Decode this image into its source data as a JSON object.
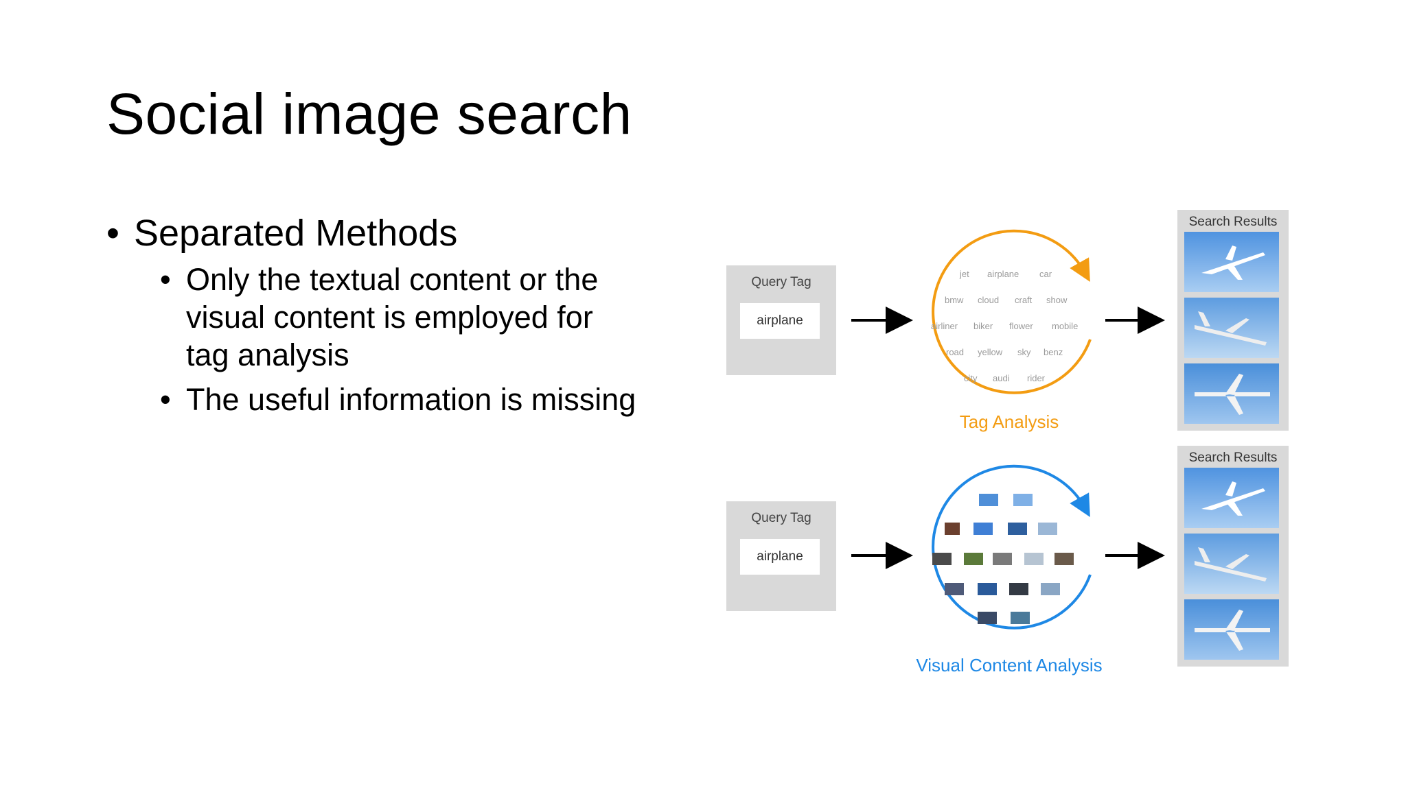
{
  "slide": {
    "title": "Social image search",
    "bullets": [
      {
        "text": "Separated Methods",
        "sub": [
          "Only the textual content or the visual content is employed for tag analysis",
          "The useful information is missing"
        ]
      }
    ]
  },
  "diagram": {
    "top_row": {
      "query_panel_title": "Query Tag",
      "query_value": "airplane",
      "analysis_label": "Tag Analysis",
      "tag_cloud": [
        [
          "jet",
          "airplane",
          "car"
        ],
        [
          "bmw",
          "cloud",
          "craft",
          "show"
        ],
        [
          "airliner",
          "biker",
          "flower",
          "mobile"
        ],
        [
          "road",
          "yellow",
          "sky",
          "benz"
        ],
        [
          "city",
          "audi",
          "rider"
        ]
      ],
      "results_title": "Search Results"
    },
    "bottom_row": {
      "query_panel_title": "Query Tag",
      "query_value": "airplane",
      "analysis_label": "Visual Content Analysis",
      "results_title": "Search Results"
    },
    "colors": {
      "tag_analysis": "#f39c12",
      "visual_analysis": "#1e88e5",
      "panel_gray": "#d9d9d9",
      "arrow": "#000000"
    },
    "icons": {
      "result_thumbnail": "airplane-photo-icon",
      "flow_arrow": "right-arrow-icon"
    }
  }
}
